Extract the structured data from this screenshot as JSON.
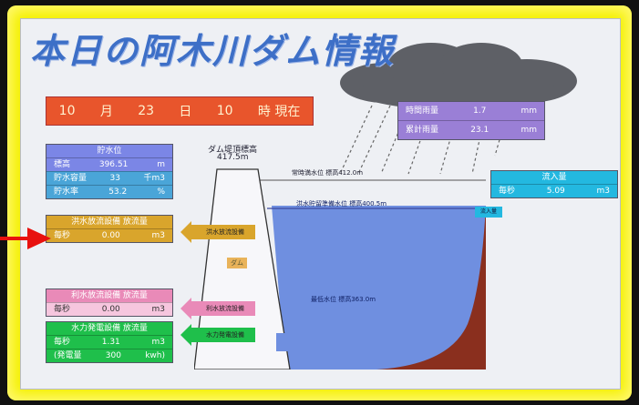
{
  "title": "本日の阿木川ダム情報",
  "date_bar": {
    "month": "10",
    "month_unit": "月",
    "day": "23",
    "day_unit": "日",
    "hour": "10",
    "hour_suffix": "時 現在"
  },
  "rain": {
    "rows": [
      {
        "label": "時間雨量",
        "value": "1.7",
        "unit": "mm"
      },
      {
        "label": "累計雨量",
        "value": "23.1",
        "unit": "mm"
      }
    ]
  },
  "storage": {
    "header": "貯水位",
    "rows": [
      {
        "label": "標高",
        "value": "396.51",
        "unit": "m"
      },
      {
        "label": "貯水容量",
        "value": "33",
        "unit": "千m3"
      },
      {
        "label": "貯水率",
        "value": "53.2",
        "unit": "%"
      }
    ]
  },
  "flood_release": {
    "header": "洪水放流設備 放流量",
    "rows": [
      {
        "label": "毎秒",
        "value": "0.00",
        "unit": "m3"
      }
    ]
  },
  "water_use_release": {
    "header": "利水放流設備 放流量",
    "rows": [
      {
        "label": "毎秒",
        "value": "0.00",
        "unit": "m3"
      }
    ]
  },
  "hydro": {
    "header": "水力発電設備 放流量",
    "rows": [
      {
        "label": "毎秒",
        "value": "1.31",
        "unit": "m3"
      },
      {
        "label": "(発電量",
        "value": "300",
        "unit": "kwh)"
      }
    ]
  },
  "inflow": {
    "header": "流入量",
    "rows": [
      {
        "label": "毎秒",
        "value": "5.09",
        "unit": "m3"
      }
    ]
  },
  "dam_crest": {
    "label": "ダム堤頂標高",
    "value": "417.5m"
  },
  "levels": {
    "max": "常時満水位 標高412.0m",
    "flood": "洪水貯留準備水位 標高400.5m",
    "min": "最低水位 標高363.0m"
  },
  "arrows": {
    "flood": "洪水放流設備",
    "water_use": "利水放流設備",
    "hydro": "水力発電設備",
    "inflow": "流入量"
  },
  "dam_label": "ダム",
  "colors": {
    "frame": "#f4f000",
    "title": "#3d6fc7",
    "date_bar": "#e8552c",
    "storage": "#7b86e6",
    "flood_box": "#d9a52c",
    "water_use_box": "#e98ab8",
    "hydro_box": "#1fbf4b",
    "inflow_box": "#23b8e0",
    "rain_box": "#9a7fd6",
    "reservoir": "#6f8fe0",
    "sediment": "#8a2f1e",
    "pointer": "#e8110e"
  }
}
